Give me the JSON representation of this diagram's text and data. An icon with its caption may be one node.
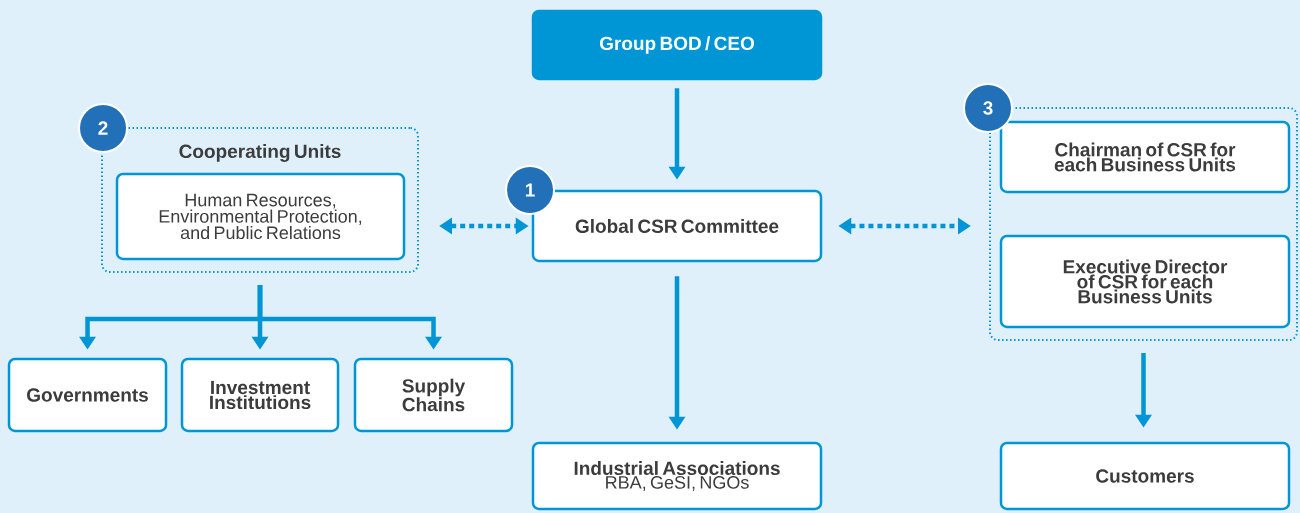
{
  "diagram": {
    "nodes": [
      {
        "text": [
          "Group BOD / CEO"
        ]
      },
      {
        "text": [
          "Global CSR Committee"
        ]
      },
      {
        "text": [
          "1"
        ]
      },
      {
        "text": [
          "Cooperating Units"
        ]
      },
      {
        "text": [
          "2"
        ]
      },
      {
        "text": [
          "Human Resources, Environmental Protection, and Public Relations"
        ],
        "in": 3
      },
      {
        "text": [
          "Governments"
        ]
      },
      {
        "text": [
          "Investment Institutions"
        ]
      },
      {
        "text": [
          "Supply Chains"
        ]
      },
      {
        "text": [],
        "shape": "box"
      },
      {
        "text": [
          "3"
        ]
      },
      {
        "text": [
          "Chairman of CSR for each Business Units"
        ],
        "in": 9
      },
      {
        "text": [
          "Executive Director of CSR for each Business Units"
        ],
        "in": 9
      },
      {
        "text": [
          "Industrial Associations",
          "RBA, GeSI, NGOs"
        ]
      },
      {
        "text": [
          "Customers"
        ]
      }
    ],
    "edges": [
      {
        "from": 0,
        "to": 1,
        "arrow": "to"
      },
      {
        "from": 3,
        "to": 1,
        "arrow": "both",
        "style": "dashed"
      },
      {
        "from": 1,
        "to": 9,
        "arrow": "both",
        "style": "dashed"
      },
      {
        "from": 3,
        "to": 6,
        "arrow": "to"
      },
      {
        "from": 3,
        "to": 7,
        "arrow": "to"
      },
      {
        "from": 3,
        "to": 8,
        "arrow": "to"
      },
      {
        "from": 1,
        "to": 13,
        "arrow": "to"
      },
      {
        "from": 9,
        "to": 14,
        "arrow": "to"
      }
    ]
  }
}
